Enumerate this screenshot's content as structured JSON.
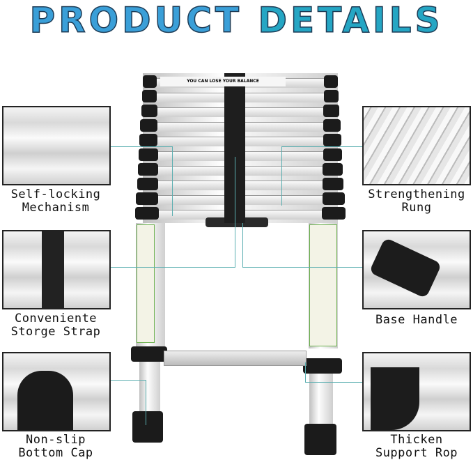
{
  "title": {
    "word1": "PRODUCT",
    "word2": "DETAILS"
  },
  "features": [
    {
      "line1": "Self-locking",
      "line2": "Mechanism"
    },
    {
      "line1": "Conveniente",
      "line2": "Storge Strap"
    },
    {
      "line1": "Non-slip",
      "line2": "Bottom Cap"
    },
    {
      "line1": "Strengthening",
      "line2": "Rung"
    },
    {
      "line1": "Base Handle",
      "line2": ""
    },
    {
      "line1": "Thicken",
      "line2": "Support Rop"
    }
  ],
  "sticker_text": "YOU CAN LOSE YOUR BALANCE",
  "colors": {
    "title": "#3a9fd8",
    "connector": "#5aaeb0",
    "ladder_caps": "#1b1b1b"
  }
}
